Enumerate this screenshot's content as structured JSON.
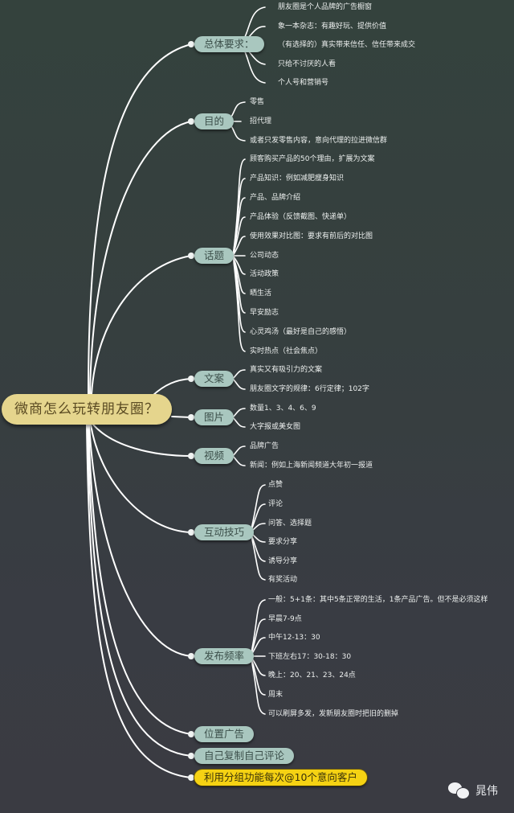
{
  "colors": {
    "background_top": "#34423d",
    "background_bottom": "#3a3b42",
    "root_fill": "#e5d58d",
    "topic_fill": "#a9c7bf",
    "highlight_fill": "#f5d213",
    "connector": "#ffffff",
    "leaf_text": "#ecefee"
  },
  "root": {
    "label": "微商怎么玩转朋友圈？"
  },
  "topics": [
    {
      "label": "总体要求：",
      "leaves": [
        "朋友圈是个人品牌的广告橱窗",
        "象一本杂志：有趣好玩、提供价值",
        "（有选择的）真实带来信任、信任带来成交",
        "只给不讨厌的人看",
        "个人号和营销号"
      ]
    },
    {
      "label": "目的",
      "leaves": [
        "零售",
        "招代理",
        "或者只发零售内容，意向代理的拉进微信群"
      ]
    },
    {
      "label": "话题",
      "leaves": [
        "顾客购买产品的50个理由，扩展为文案",
        "产品知识：例如减肥瘦身知识",
        "产品、品牌介绍",
        "产品体验（反馈截图、快递单）",
        "使用效果对比图：要求有前后的对比图",
        "公司动态",
        "活动政策",
        "晒生活",
        "早安励志",
        "心灵鸡汤（最好是自己的感悟）",
        "实时热点（社会焦点）"
      ]
    },
    {
      "label": "文案",
      "leaves": [
        "真实又有吸引力的文案",
        "朋友圈文字的规律：6行定律；102字"
      ]
    },
    {
      "label": "图片",
      "leaves": [
        "数量1、3、4、6、9",
        "大字报或美女图"
      ]
    },
    {
      "label": "视频",
      "leaves": [
        "品牌广告",
        "新闻：例如上海新闻频道大年初一报道"
      ]
    },
    {
      "label": "互动技巧",
      "leaves": [
        "点赞",
        "评论",
        "问答、选择题",
        "要求分享",
        "诱导分享",
        "有奖活动"
      ]
    },
    {
      "label": "发布频率",
      "leaves": [
        "一般：5+1条：其中5条正常的生活，1条产品广告。但不是必须这样",
        "早晨7-9点",
        "中午12-13：30",
        "下班左右17：30-18：30",
        "晚上：20、21、23、24点",
        "周末",
        "可以刷屏多发，发新朋友圈时把旧的删掉"
      ]
    },
    {
      "label": "位置广告",
      "leaves": []
    },
    {
      "label": "自己复制自己评论",
      "leaves": []
    },
    {
      "label": "利用分组功能每次@10个意向客户",
      "leaves": []
    }
  ],
  "watermark": {
    "icon": "wechat-icon",
    "label": "晁伟"
  }
}
